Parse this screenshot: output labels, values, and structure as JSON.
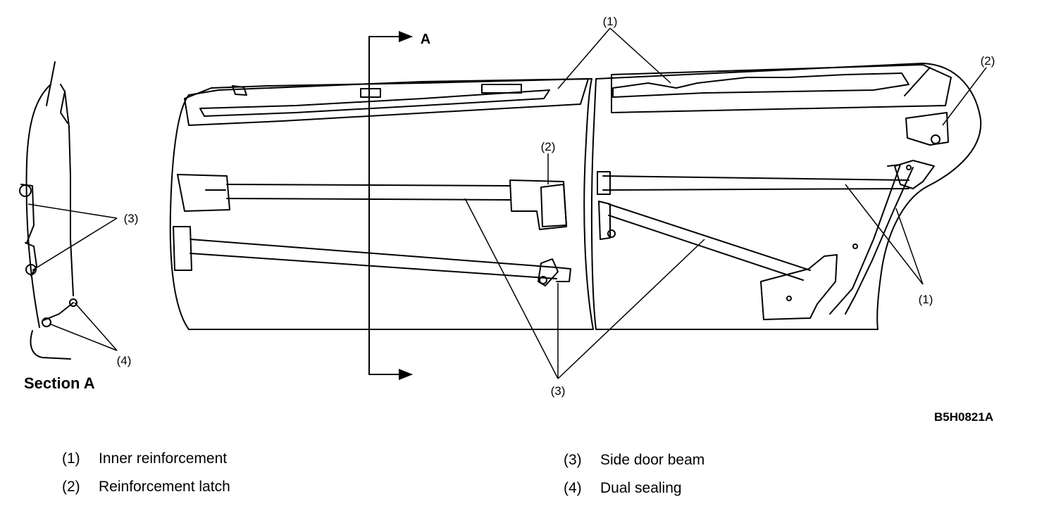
{
  "diagram": {
    "callouts": {
      "c1": "(1)",
      "c2": "(2)",
      "c3": "(3)",
      "c4": "(4)"
    },
    "section_label": "Section A",
    "section_marker": "A",
    "figure_code": "B5H0821A"
  },
  "legend": [
    {
      "num": "(1)",
      "text": "Inner reinforcement"
    },
    {
      "num": "(2)",
      "text": "Reinforcement latch"
    },
    {
      "num": "(3)",
      "text": "Side door beam"
    },
    {
      "num": "(4)",
      "text": "Dual sealing"
    }
  ]
}
